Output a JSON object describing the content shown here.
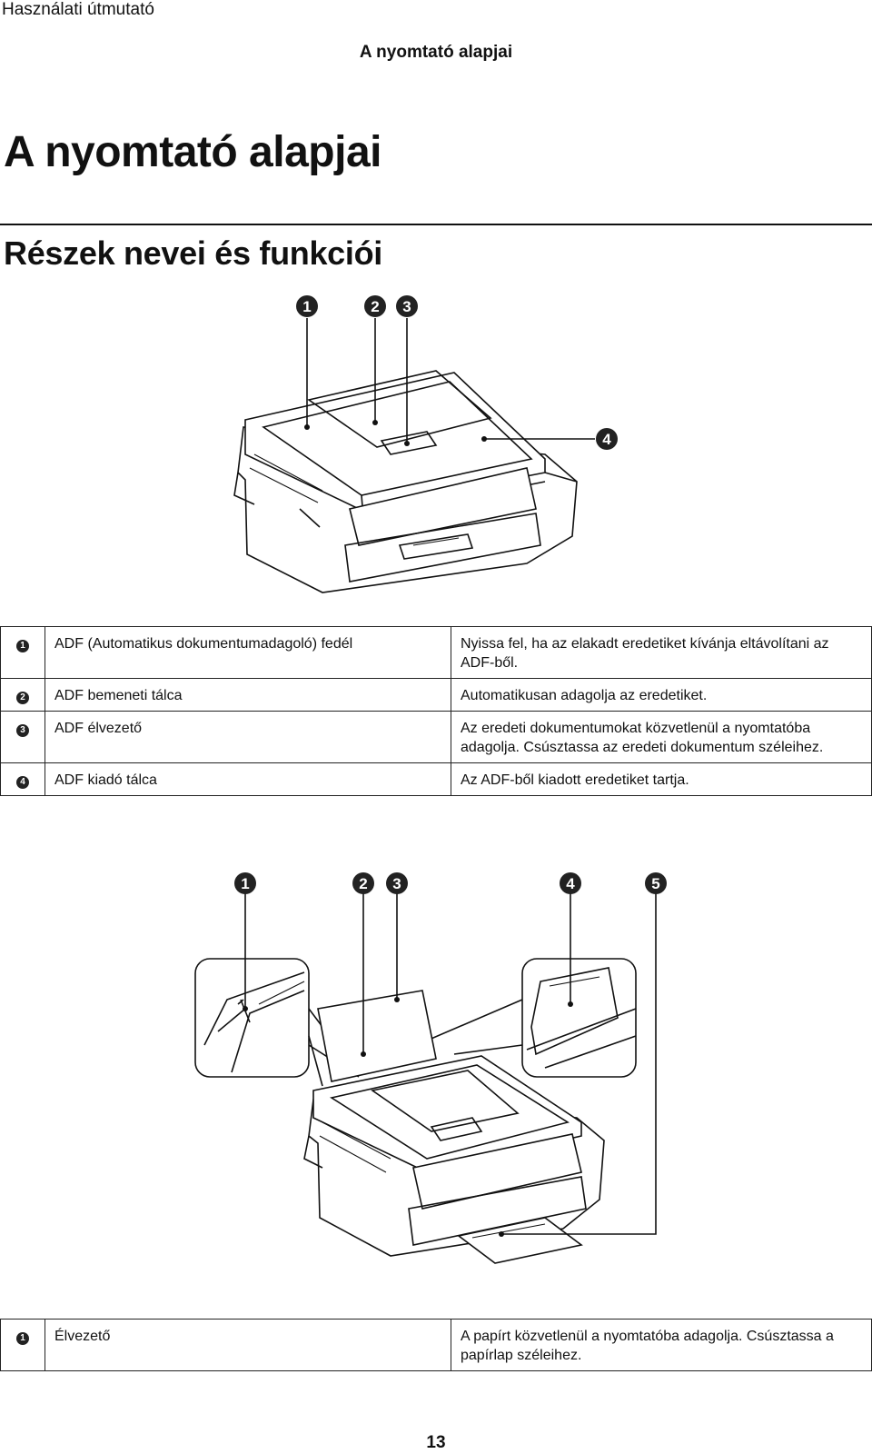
{
  "header": {
    "running_head": "Használati útmutató",
    "section_head": "A nyomtató alapjai"
  },
  "chapter_title": "A nyomtató alapjai",
  "section_title": "Részek nevei és funkciói",
  "figure1": {
    "callouts": [
      "1",
      "2",
      "3",
      "4"
    ]
  },
  "table1": {
    "rows": [
      {
        "num": "1",
        "name": "ADF (Automatikus dokumentumadagoló) fedél",
        "desc": "Nyissa fel, ha az elakadt eredetiket kívánja eltávolítani az ADF-ből."
      },
      {
        "num": "2",
        "name": "ADF bemeneti tálca",
        "desc": "Automatikusan adagolja az eredetiket."
      },
      {
        "num": "3",
        "name": "ADF élvezető",
        "desc": "Az eredeti dokumentumokat közvetlenül a nyomtatóba adagolja. Csúsztassa az eredeti dokumentum széleihez."
      },
      {
        "num": "4",
        "name": "ADF kiadó tálca",
        "desc": "Az ADF-ből kiadott eredetiket tartja."
      }
    ]
  },
  "figure2": {
    "callouts": [
      "1",
      "2",
      "3",
      "4",
      "5"
    ]
  },
  "table2": {
    "rows": [
      {
        "num": "1",
        "name": "Élvezető",
        "desc": "A papírt közvetlenül a nyomtatóba adagolja. Csúsztassa a papírlap széleihez."
      }
    ]
  },
  "footer": {
    "page_number": "13"
  }
}
